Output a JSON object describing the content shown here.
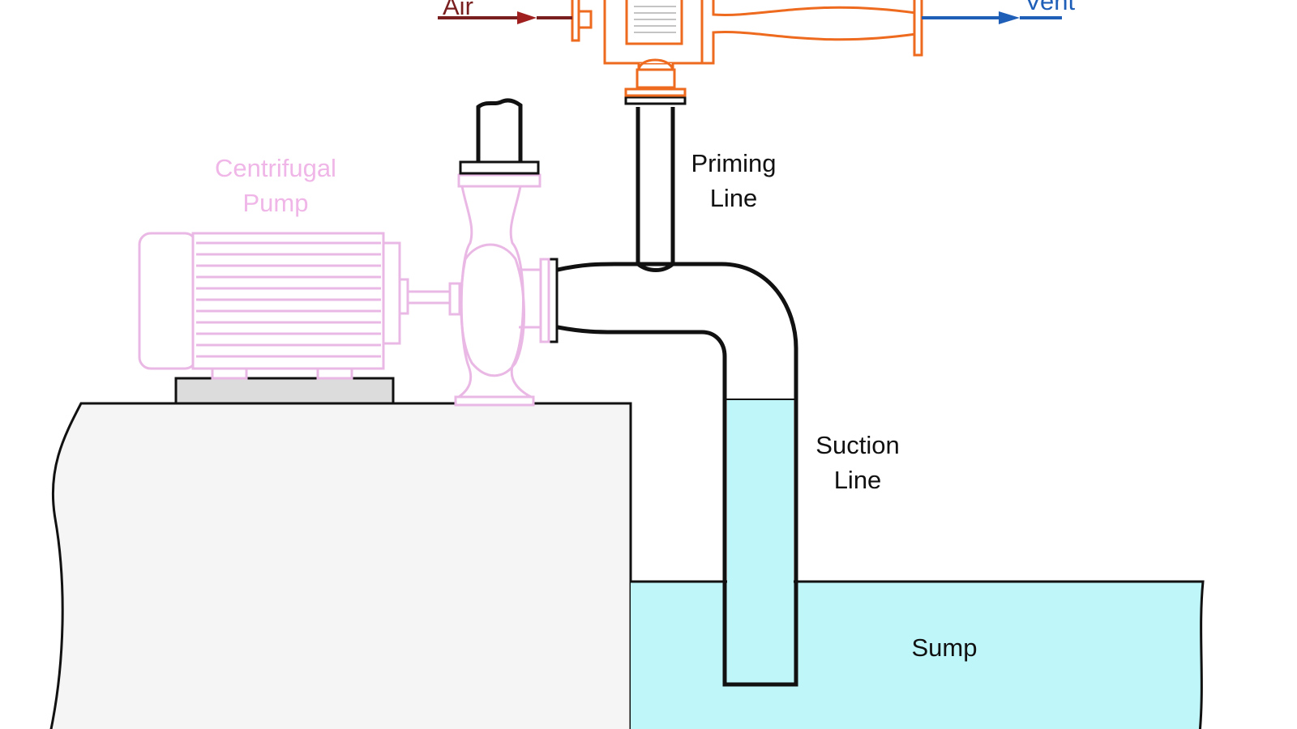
{
  "labels": {
    "air": "Air",
    "vent": "Vent",
    "centrifugal_line1": "Centrifugal",
    "centrifugal_line2": "Pump",
    "priming_line1": "Priming",
    "priming_line2": "Line",
    "suction_line1": "Suction",
    "suction_line2": "Line",
    "sump": "Sump"
  },
  "colors": {
    "ejector": "#ee6a1e",
    "pump_outline": "#eab8e4",
    "water": "#bff6fa",
    "foundation": "#f5f5f5",
    "base_plate": "#dcdcdc",
    "pipe": "#111111",
    "air_arrow": "#7a1f1f",
    "vent_arrow": "#1f5fb8"
  }
}
